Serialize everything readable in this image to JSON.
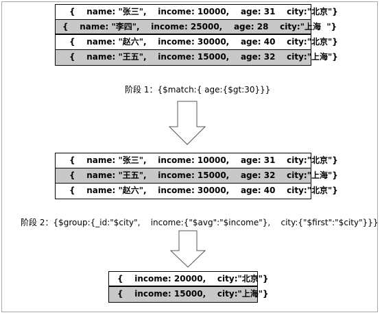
{
  "input_collection": [
    {
      "text": "{    name: \"张三\",    income: 10000,    age: 31    city:\"北京\"}",
      "shade": "w"
    },
    {
      "text": "{    name: \"李四\",    income: 25000,    age: 28    city:\"上海  \"}",
      "shade": "g"
    },
    {
      "text": "{    name: \"赵六\",    income: 30000,    age: 40    city:\"北京\"}",
      "shade": "w"
    },
    {
      "text": "{    name: \"王五\",    income: 15000,    age: 32    city:\"上海\"}",
      "shade": "g"
    }
  ],
  "stage1_label": "阶段 1：{$match:{ age:{$gt:30}}}",
  "stage1_output": [
    {
      "text": "{    name: \"张三\",    income: 10000,    age: 31    city:\"北京\"}",
      "shade": "w"
    },
    {
      "text": "{    name: \"王五\",    income: 15000,    age: 32    city:\"上海\"}",
      "shade": "g"
    },
    {
      "text": "{    name: \"赵六\",    income: 30000,    age: 40    city:\"北京\"}",
      "shade": "w"
    }
  ],
  "stage2_label": "阶段 2：{$group:{_id:\"$city\",    income:{\"$avg\":\"$income\"},    city:{\"$first\":\"$city\"}}}",
  "stage2_output": [
    {
      "text": "{    income: 20000,    city:\"北京\"}",
      "shade": "w"
    },
    {
      "text": "{    income: 15000,    city:\"上海\"}",
      "shade": "g"
    }
  ]
}
